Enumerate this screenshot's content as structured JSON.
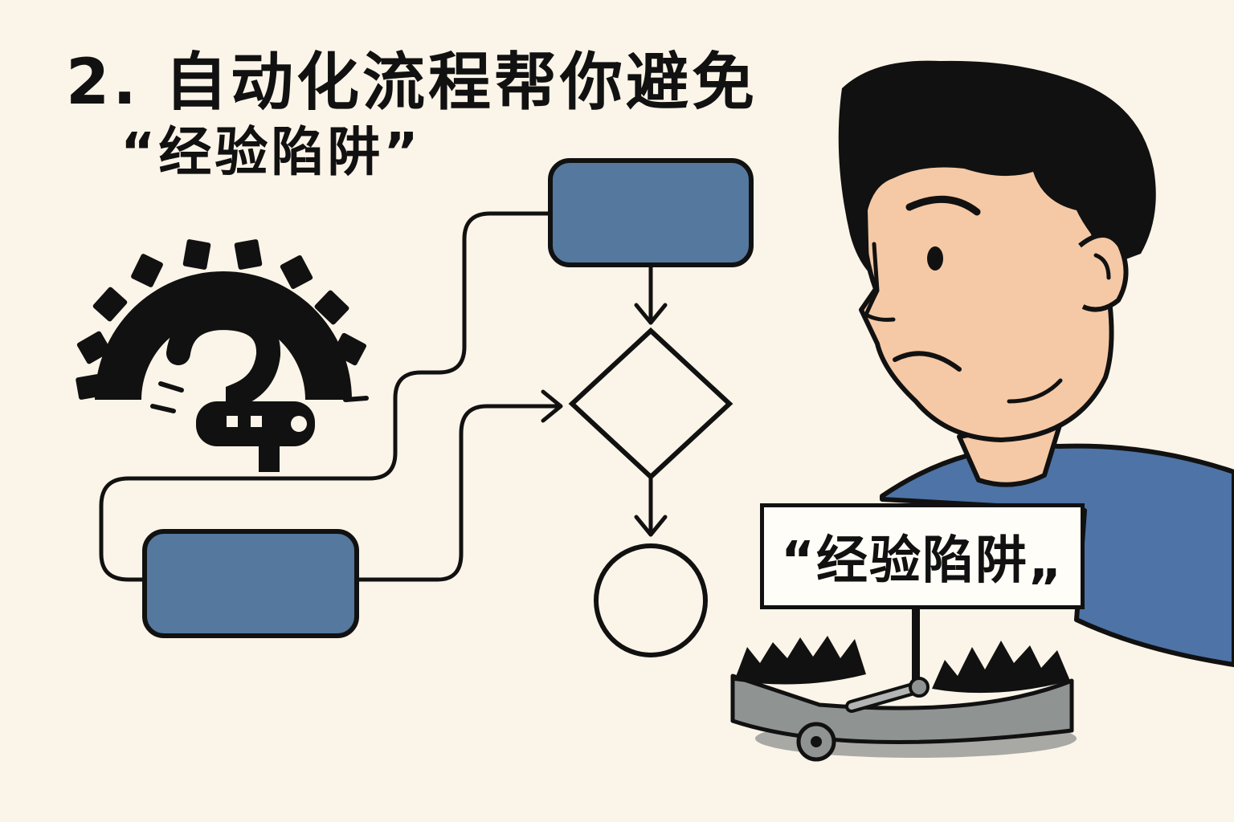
{
  "title": {
    "line1": "2. 自动化流程帮你避免",
    "line2": "“经验陷阱”"
  },
  "trap_sign": {
    "label": "“经验陷阱„"
  },
  "colors": {
    "background": "#fbf4e8",
    "box_blue": "#55789e",
    "outline": "#111111",
    "skin": "#f5c9a6",
    "shirt": "#4e73a6",
    "trap_metal": "#8f9391"
  },
  "icons": [
    "gear-icon",
    "question-mark-icon",
    "bear-trap-icon"
  ]
}
